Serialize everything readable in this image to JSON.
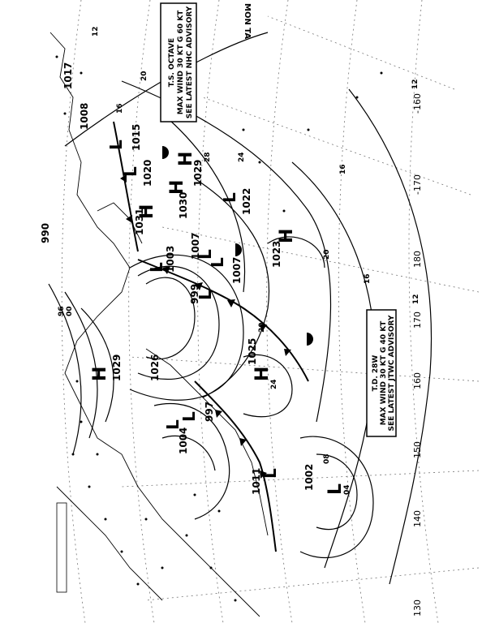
{
  "title": "MON TA",
  "advisories": [
    {
      "lines": [
        "T.S. OCTAVE",
        "MAX WIND 30 KT G 60 KT",
        "SEE LATEST NHC ADVISORY"
      ]
    },
    {
      "lines": [
        "T.D. 28W",
        "MAX WIND 30 KT G 40 KT",
        "SEE LATEST JTWC ADVISORY"
      ]
    }
  ],
  "systems": [
    {
      "type": "H",
      "pressure": "1029"
    },
    {
      "type": "H",
      "pressure": "1026"
    },
    {
      "type": "H",
      "pressure": "1025"
    },
    {
      "type": "H",
      "pressure": "1023"
    },
    {
      "type": "H",
      "pressure": "1030"
    },
    {
      "type": "H",
      "pressure": "1031"
    },
    {
      "type": "H",
      "pressure": "1029"
    },
    {
      "type": "L",
      "pressure": "1020"
    },
    {
      "type": "L",
      "pressure": "1015"
    },
    {
      "type": "L",
      "pressure": "1022"
    },
    {
      "type": "L",
      "pressure": "1007"
    },
    {
      "type": "L",
      "pressure": "1007"
    },
    {
      "type": "L",
      "pressure": "1003"
    },
    {
      "type": "L",
      "pressure": "999"
    },
    {
      "type": "L",
      "pressure": "997"
    },
    {
      "type": "L",
      "pressure": "1004"
    },
    {
      "type": "L",
      "pressure": "1011"
    },
    {
      "type": "L",
      "pressure": "1002"
    },
    {
      "type": "L",
      "pressure": "1008"
    },
    {
      "type": "L",
      "pressure": "1017"
    },
    {
      "type": "L",
      "pressure": "990"
    }
  ],
  "longitudes": [
    "130",
    "140",
    "150",
    "160",
    "170",
    "180",
    "-170",
    "-160"
  ],
  "contour_labels": [
    "12",
    "16",
    "20",
    "24",
    "28",
    "12",
    "16",
    "20",
    "16",
    "12",
    "20",
    "24",
    "04",
    "08",
    "96",
    "00"
  ]
}
